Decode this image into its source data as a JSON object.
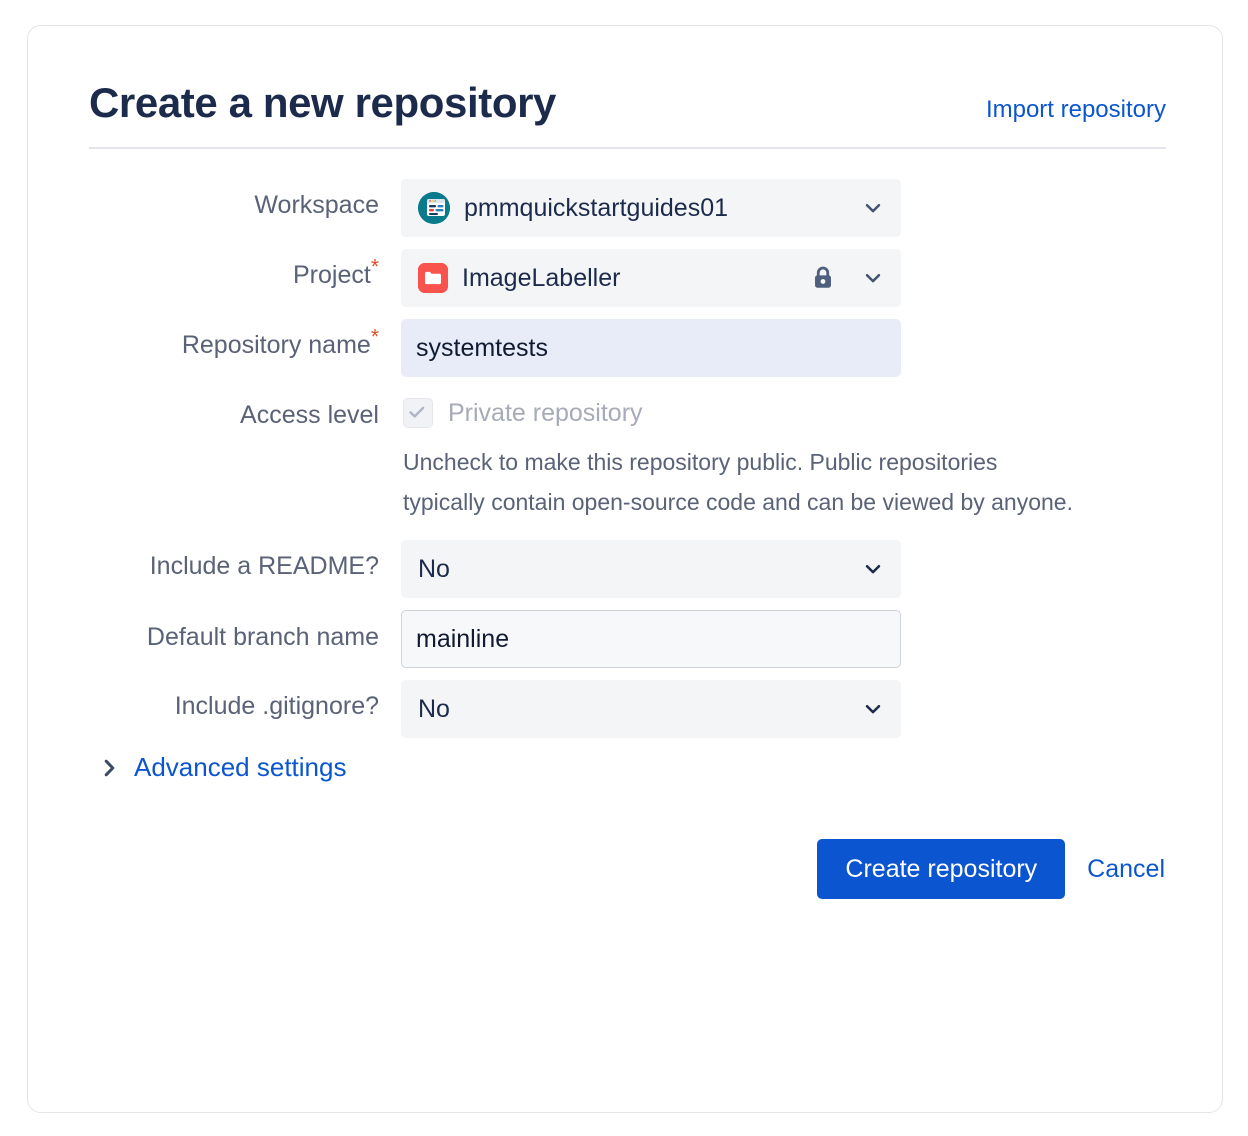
{
  "header": {
    "title": "Create a new repository",
    "import_link": "Import repository"
  },
  "form": {
    "workspace": {
      "label": "Workspace",
      "value": "pmmquickstartguides01",
      "avatar_icon": "workspace-avatar-icon",
      "chevron_icon": "chevron-down-icon"
    },
    "project": {
      "label": "Project",
      "required_mark": "*",
      "value": "ImageLabeller",
      "avatar_icon": "project-folder-icon",
      "lock_icon": "lock-icon",
      "chevron_icon": "chevron-down-icon"
    },
    "repository_name": {
      "label": "Repository name",
      "required_mark": "*",
      "value": "systemtests",
      "placeholder": ""
    },
    "access_level": {
      "label": "Access level",
      "checkbox_label": "Private repository",
      "checked": true,
      "disabled": true,
      "check_icon": "check-icon",
      "help_text": "Uncheck to make this repository public. Public repositories typically contain open-source code and can be viewed by anyone."
    },
    "include_readme": {
      "label": "Include a README?",
      "value": "No",
      "chevron_icon": "chevron-down-icon"
    },
    "default_branch": {
      "label": "Default branch name",
      "value": "mainline",
      "placeholder": ""
    },
    "include_gitignore": {
      "label": "Include .gitignore?",
      "value": "No",
      "chevron_icon": "chevron-down-icon"
    },
    "advanced_settings": {
      "label": "Advanced settings",
      "chevron_icon": "chevron-right-icon",
      "expanded": false
    }
  },
  "footer": {
    "submit_label": "Create repository",
    "cancel_label": "Cancel"
  },
  "colors": {
    "link": "#0b56d0",
    "primary_button": "#0b55d0",
    "title": "#1c2b4b",
    "label": "#5a6277",
    "required": "#e3502b",
    "workspace_avatar": "#0a7b8c",
    "project_avatar": "#f8534d",
    "field_fill": "#f4f5f7",
    "focused_field_fill": "#e7ecf8",
    "card_border": "#e4e5ea"
  }
}
